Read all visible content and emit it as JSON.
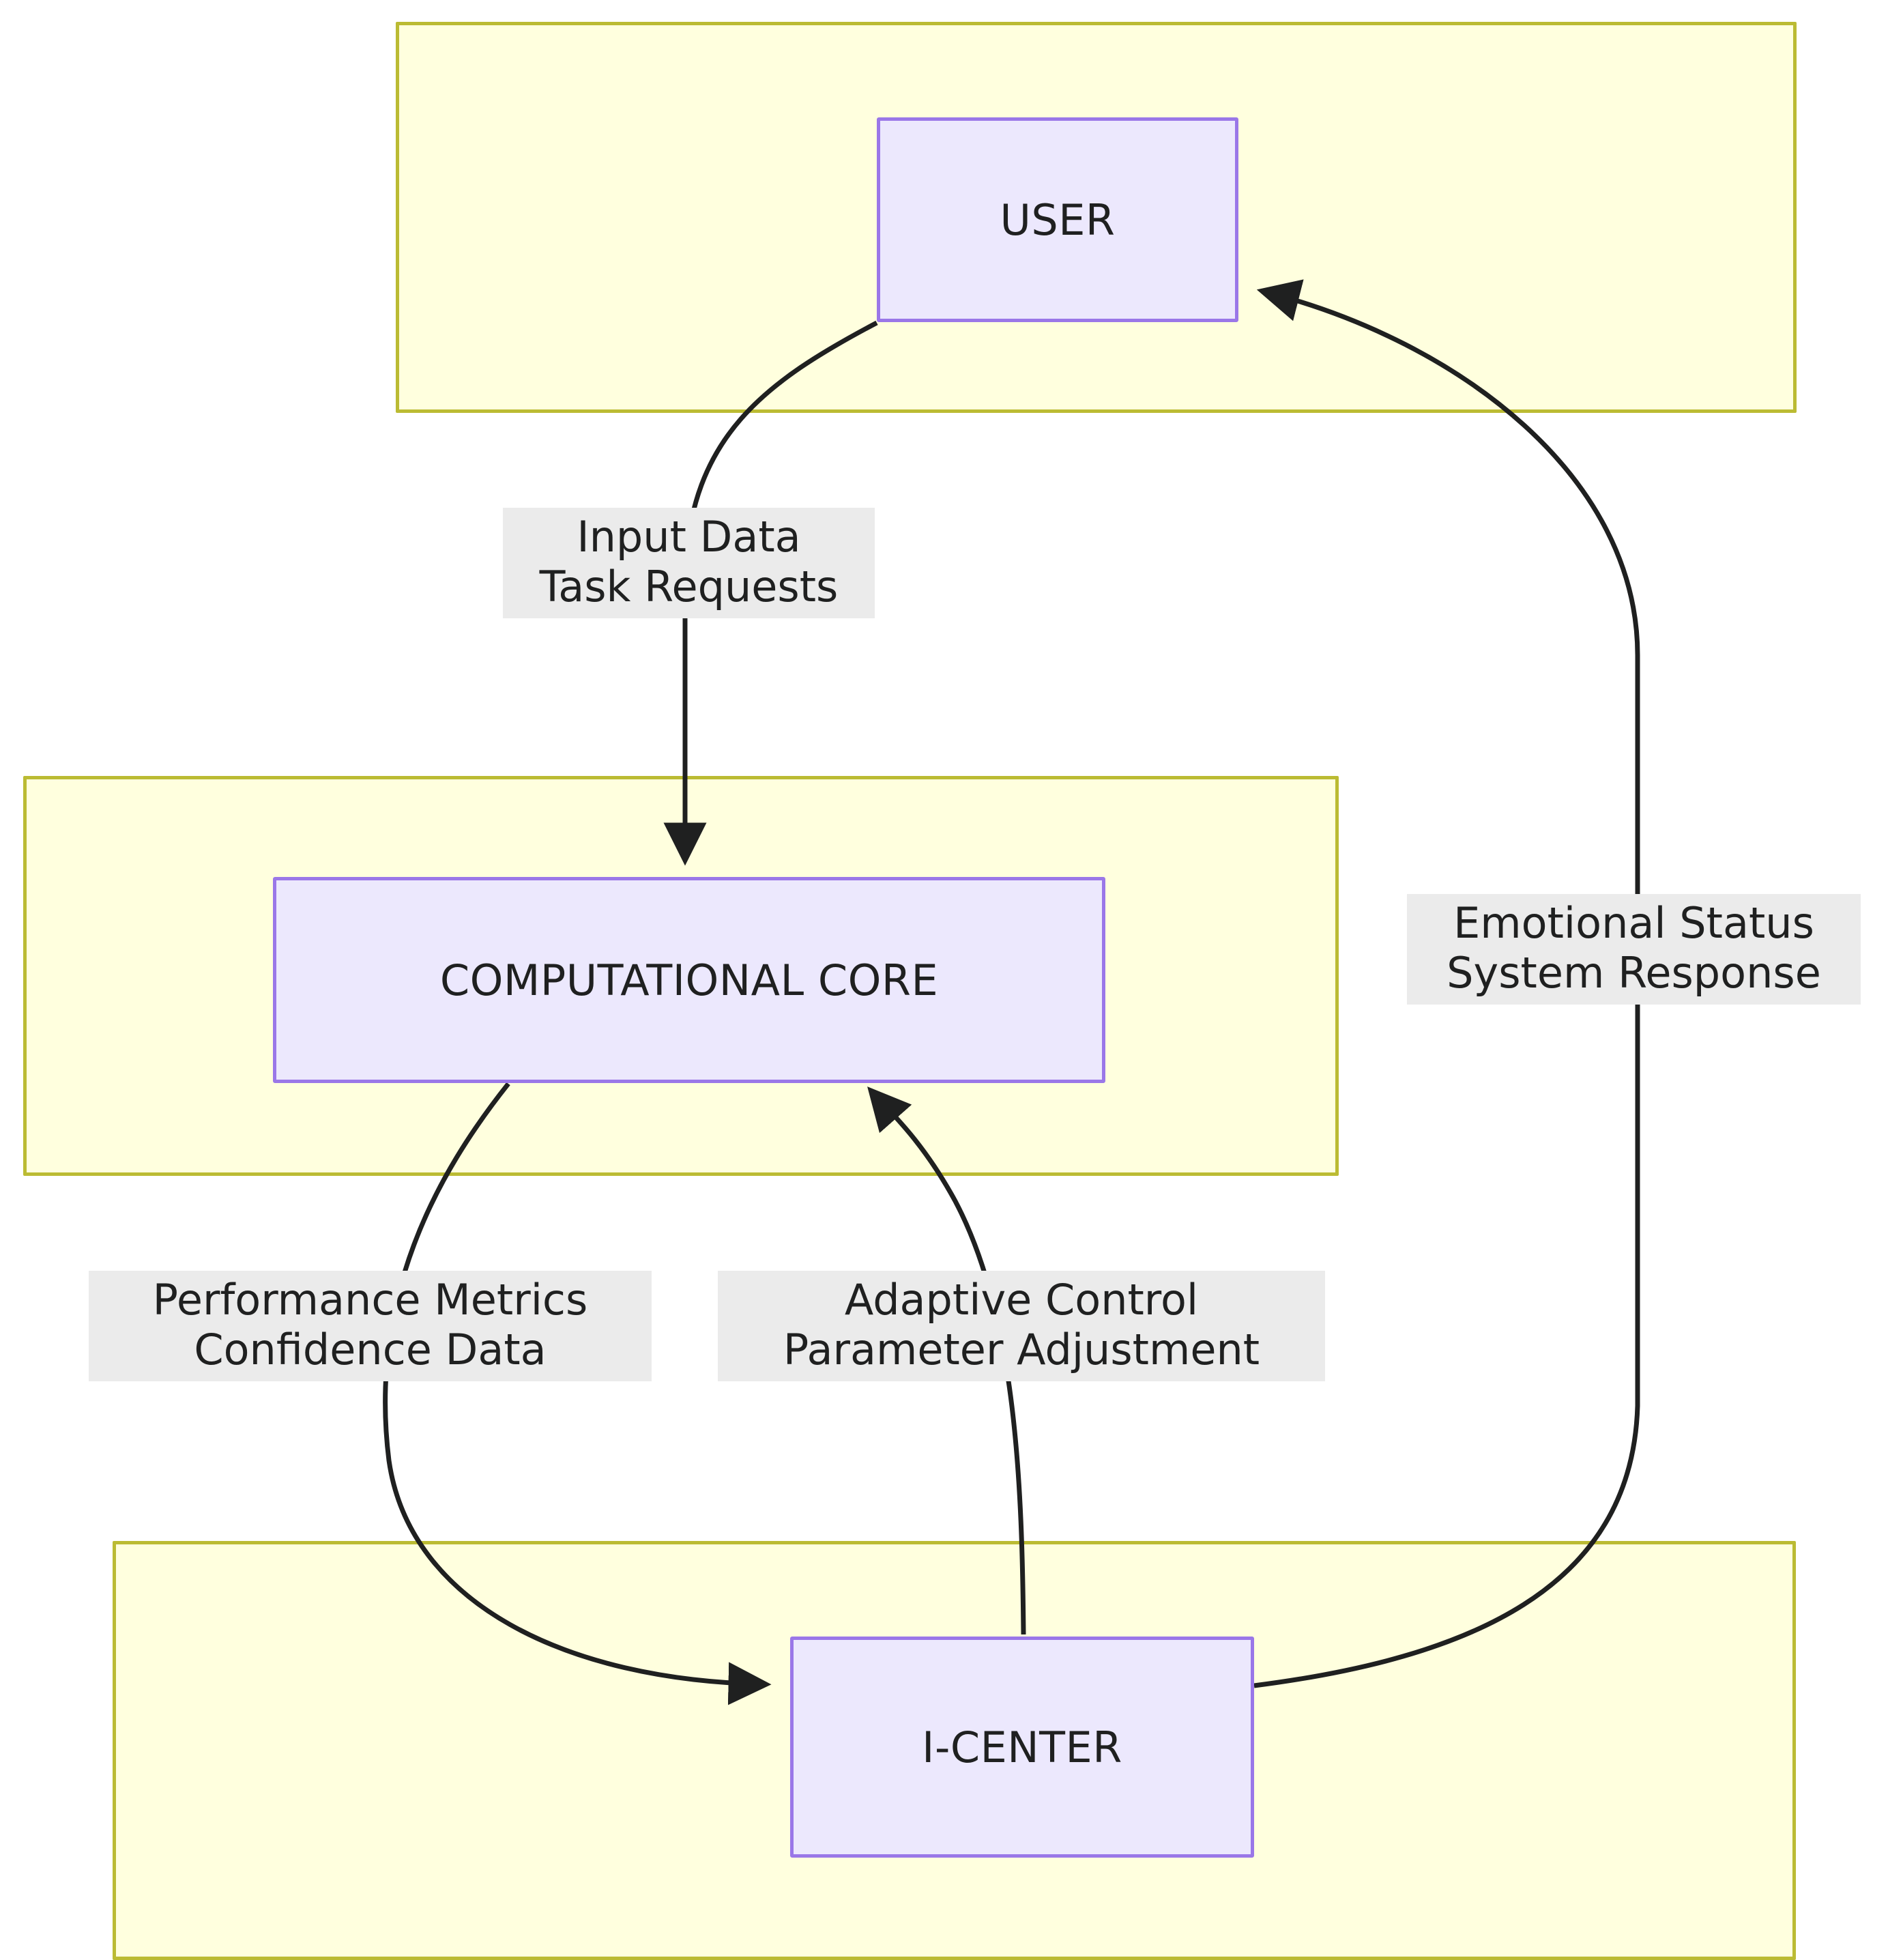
{
  "diagram": {
    "type": "flowchart",
    "title": "",
    "containers": [
      {
        "id": "user-zone",
        "label": ""
      },
      {
        "id": "core-zone",
        "label": ""
      },
      {
        "id": "icenter-zone",
        "label": ""
      }
    ],
    "nodes": [
      {
        "id": "user",
        "label": "USER"
      },
      {
        "id": "computational-core",
        "label": "COMPUTATIONAL CORE"
      },
      {
        "id": "i-center",
        "label": "I-CENTER"
      }
    ],
    "edges": [
      {
        "id": "user-to-core",
        "from": "user",
        "to": "computational-core",
        "line1": "Input Data",
        "line2": "Task Requests"
      },
      {
        "id": "icenter-to-user",
        "from": "i-center",
        "to": "user",
        "line1": "Emotional Status",
        "line2": "System Response"
      },
      {
        "id": "core-to-icenter",
        "from": "computational-core",
        "to": "i-center",
        "line1": "Performance Metrics",
        "line2": "Confidence Data"
      },
      {
        "id": "icenter-to-core",
        "from": "i-center",
        "to": "computational-core",
        "line1": "Adaptive Control",
        "line2": "Parameter Adjustment"
      }
    ],
    "colors": {
      "container_fill": "#ffffde",
      "container_border": "#bbbb33",
      "node_fill": "#ece8fd",
      "node_border": "#9a77e8",
      "edge_stroke": "#1f2020",
      "label_background": "#ebebeb",
      "text": "#1f2020"
    }
  }
}
